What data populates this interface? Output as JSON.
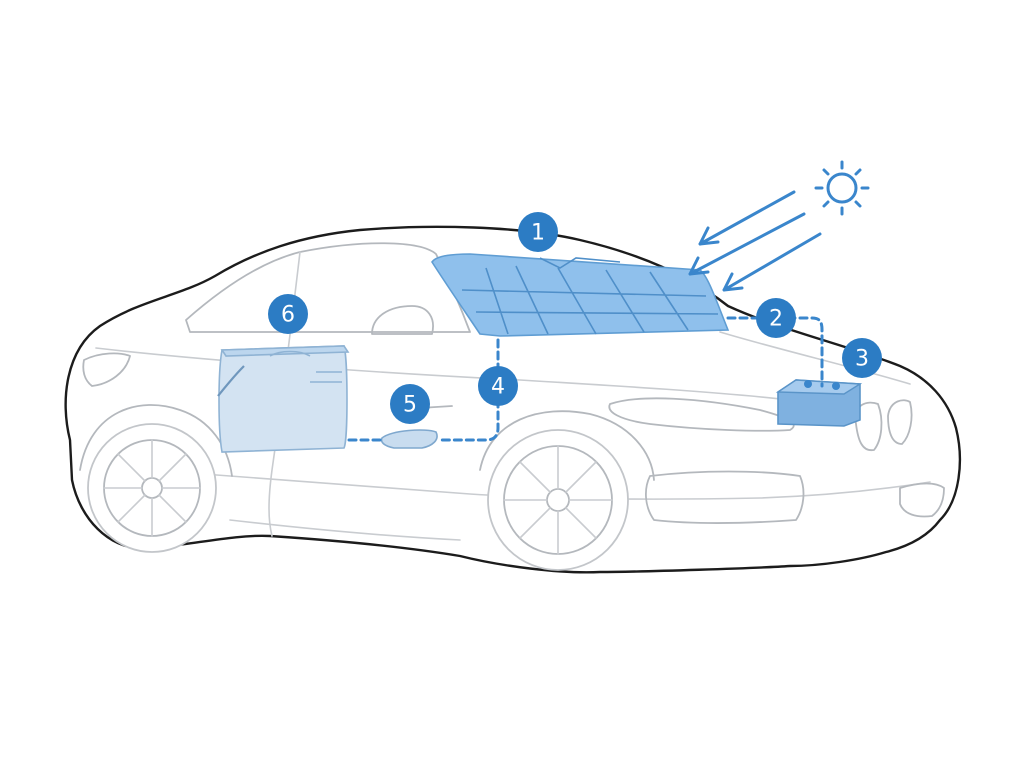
{
  "colors": {
    "accent": "#2c7cc4",
    "panel_fill": "#8fc0ec",
    "box_fill": "#d3e3f2",
    "car_outline": "#1c1c1c",
    "car_detail": "#c9ccd0"
  },
  "icons": {
    "sun": "sun-icon",
    "sunrays": "arrow-icon"
  },
  "callouts": [
    {
      "label": "1",
      "part": "solar-panel"
    },
    {
      "label": "2",
      "part": "cable"
    },
    {
      "label": "3",
      "part": "battery"
    },
    {
      "label": "4",
      "part": "cable"
    },
    {
      "label": "5",
      "part": "controller"
    },
    {
      "label": "6",
      "part": "cooler"
    }
  ]
}
